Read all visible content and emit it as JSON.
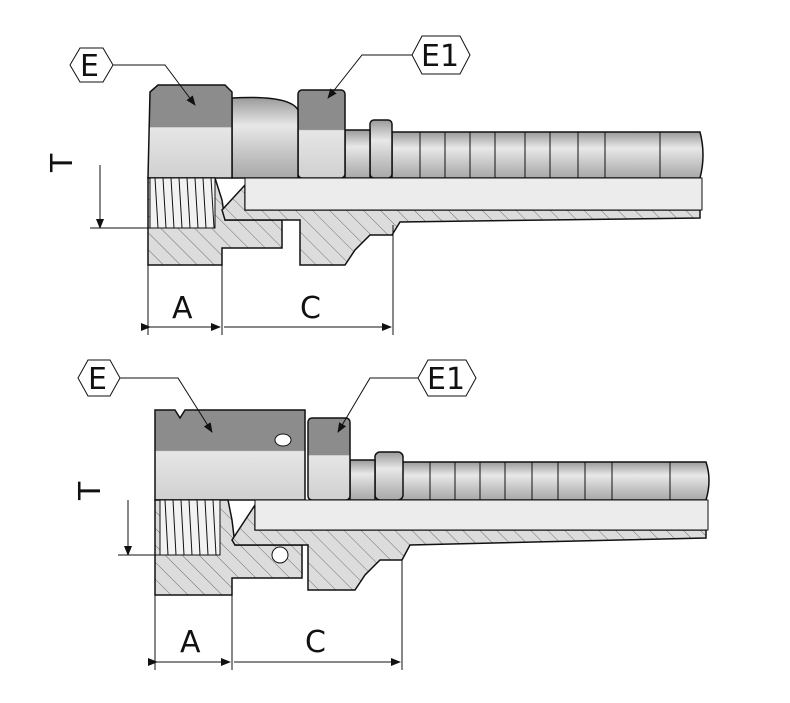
{
  "drawing": {
    "top_fitting": {
      "labels": {
        "nut": "E",
        "hex": "E1",
        "thread_depth": "T",
        "dim_a": "A",
        "dim_c": "C"
      }
    },
    "bottom_fitting": {
      "labels": {
        "nut": "E",
        "hex": "E1",
        "thread_depth": "T",
        "dim_a": "A",
        "dim_c": "C"
      }
    }
  },
  "colors": {
    "metal": "#c8c8c8",
    "metal_dark": "#8a8a8a",
    "section": "#d9d9d9",
    "bore": "#ececec",
    "line": "#111111"
  }
}
